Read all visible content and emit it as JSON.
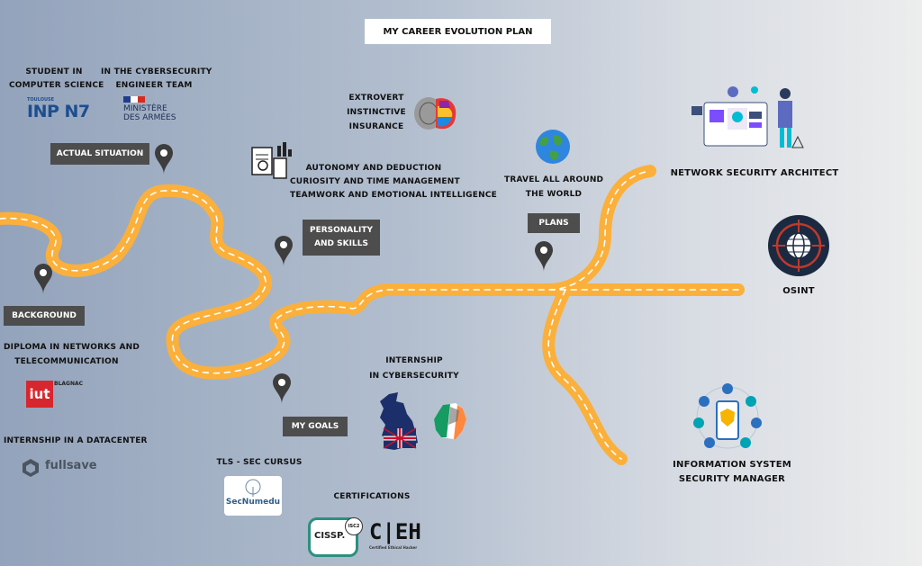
{
  "title": "MY CAREER EVOLUTION PLAN",
  "tags": {
    "actual_situation": "ACTUAL SITUATION",
    "background": "BACKGROUND",
    "personality": "PERSONALITY AND SKILLS",
    "goals": "MY GOALS",
    "plans": "PLANS"
  },
  "actual": {
    "student_1": "STUDENT IN",
    "student_2": "COMPUTER SCIENCE",
    "team_1": "IN THE CYBERSECURITY",
    "team_2": "ENGINEER TEAM",
    "inp_small": "TOULOUSE",
    "inp_logo": "INP N7",
    "ministere_1": "MINISTÈRE",
    "ministere_2": "DES ARMÉES"
  },
  "background": {
    "diploma_1": "DIPLOMA IN NETWORKS AND",
    "diploma_2": "TELECOMMUNICATION",
    "iut_logo": "iut",
    "iut_blagnac": "BLAGNAC",
    "datacenter": "INTERNSHIP  IN A DATACENTER",
    "fullsave": "fullsave"
  },
  "personality": {
    "trait_1": "EXTROVERT",
    "trait_2": "INSTINCTIVE",
    "trait_3": "INSURANCE",
    "skill_1": "AUTONOMY AND DEDUCTION",
    "skill_2": "CURIOSITY AND TIME MANAGEMENT",
    "skill_3": "TEAMWORK AND EMOTIONAL INTELLIGENCE"
  },
  "goals": {
    "internship_1": "INTERNSHIP",
    "internship_2": "IN CYBERSECURITY",
    "tls": "TLS - SEC CURSUS",
    "secnum": "SecNumedu",
    "certifications": "CERTIFICATIONS",
    "cissp": "CISSP.",
    "isc2": "ISC2",
    "ceh": "C|EH",
    "ceh_sub": "Certified Ethical Hacker"
  },
  "plans": {
    "travel_1": "TRAVEL ALL AROUND",
    "travel_2": "THE WORLD",
    "architect": "NETWORK SECURITY ARCHITECT",
    "osint": "OSINT",
    "manager_1": "INFORMATION SYSTEM",
    "manager_2": "SECURITY MANAGER"
  },
  "colors": {
    "road": "#fbb03b",
    "tag_bg": "#4d4d4d",
    "pin": "#3d3d3d",
    "osint_bg": "#1b2a40",
    "osint_ring": "#c0392b"
  }
}
